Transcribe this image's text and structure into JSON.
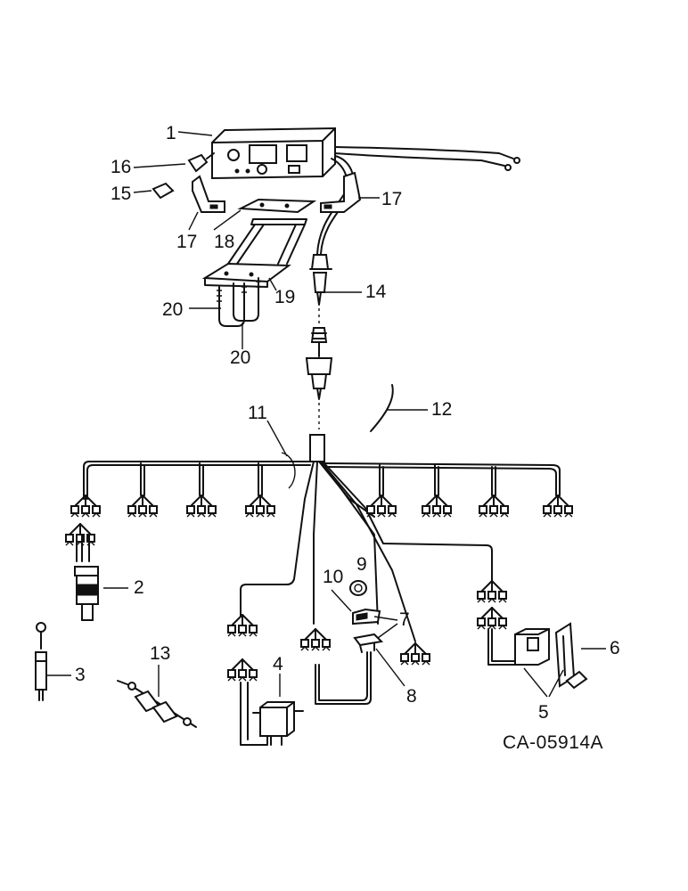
{
  "diagram": {
    "reference_code": "CA-05914A",
    "callouts": {
      "c1": "1",
      "c2": "2",
      "c3": "3",
      "c4": "4",
      "c5": "5",
      "c6": "6",
      "c7": "7",
      "c8": "8",
      "c9": "9",
      "c10": "10",
      "c11": "11",
      "c12": "12",
      "c13": "13",
      "c14": "14",
      "c15": "15",
      "c16": "16",
      "c17a": "17",
      "c17b": "17",
      "c18": "18",
      "c19": "19",
      "c20a": "20",
      "c20b": "20"
    }
  }
}
